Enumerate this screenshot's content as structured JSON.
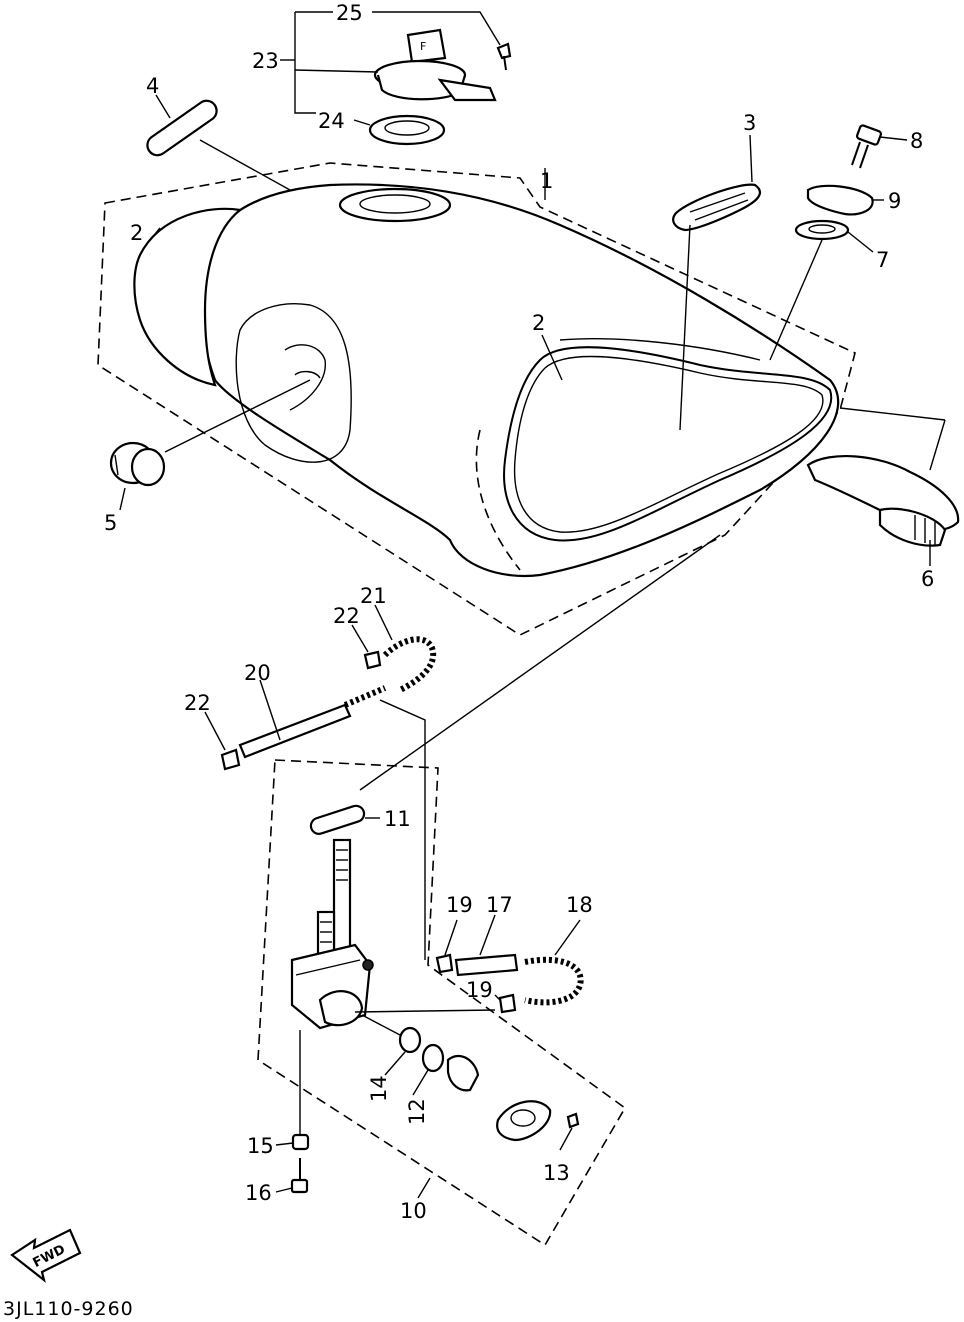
{
  "diagram": {
    "callouts": [
      "1",
      "2",
      "2",
      "3",
      "4",
      "5",
      "6",
      "7",
      "8",
      "9",
      "10",
      "11",
      "12",
      "13",
      "14",
      "15",
      "16",
      "17",
      "18",
      "19",
      "19",
      "20",
      "21",
      "22",
      "22",
      "23",
      "24",
      "25"
    ],
    "front_marker": "FWD",
    "code": "3JL110-9260"
  }
}
